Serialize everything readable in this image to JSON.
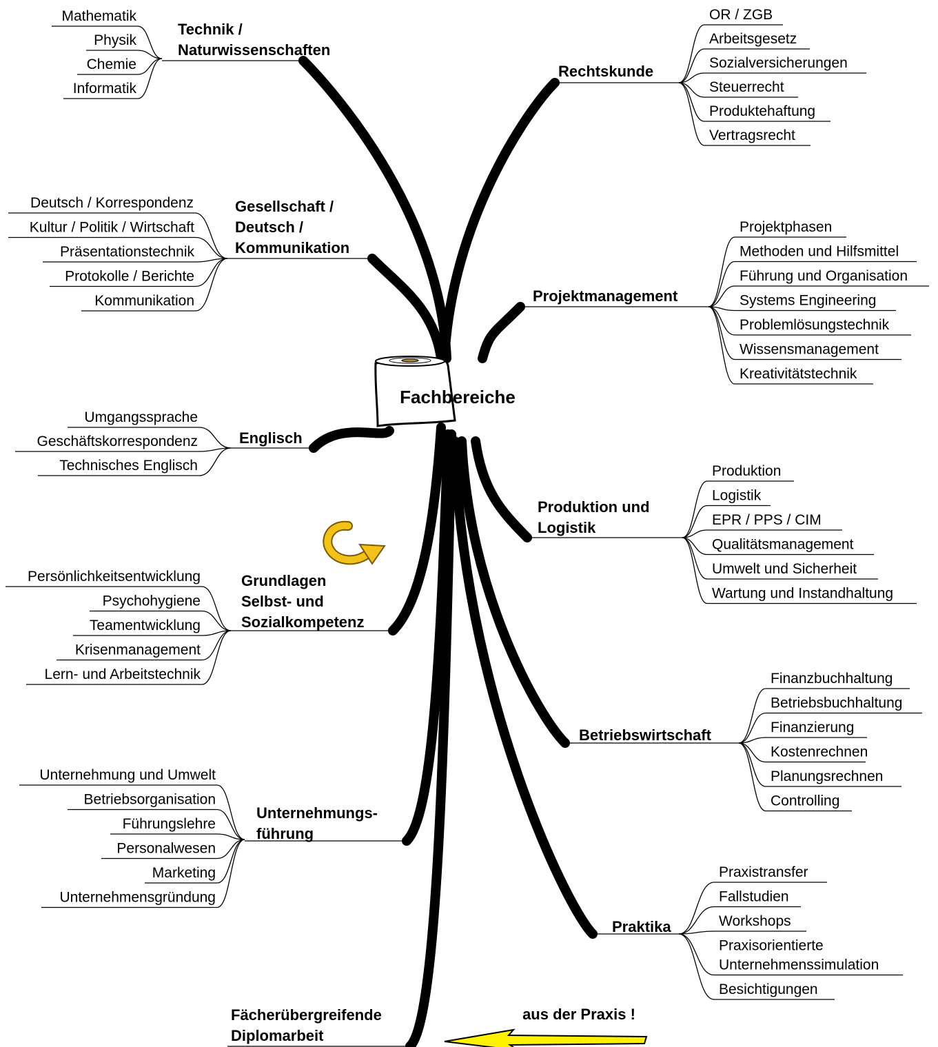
{
  "center": {
    "label": "Fachbereiche"
  },
  "colors": {
    "ink": "#000000",
    "arrow_fill": "#f2c21b",
    "arrow_stroke": "#7a5a00",
    "banner_arrow_fill": "#fff200"
  },
  "icons": {
    "curved_arrow": "circular-arrow-icon",
    "banner_arrow": "left-arrow-icon"
  },
  "branches": [
    {
      "id": "technik",
      "title_lines": [
        "Technik /",
        "Naturwissenschaften"
      ],
      "items": [
        "Mathematik",
        "Physik",
        "Chemie",
        "Informatik"
      ]
    },
    {
      "id": "gesellschaft",
      "title_lines": [
        "Gesellschaft /",
        "Deutsch /",
        "Kommunikation"
      ],
      "items": [
        "Deutsch / Korrespondenz",
        "Kultur / Politik / Wirtschaft",
        "Präsentationstechnik",
        "Protokolle / Berichte",
        "Kommunikation"
      ]
    },
    {
      "id": "englisch",
      "title_lines": [
        "Englisch"
      ],
      "items": [
        "Umgangssprache",
        "Geschäftskorrespondenz",
        "Technisches Englisch"
      ]
    },
    {
      "id": "grundlagen",
      "title_lines": [
        "Grundlagen",
        "Selbst- und",
        "Sozialkompetenz"
      ],
      "items": [
        "Persönlichkeitsentwicklung",
        "Psychohygiene",
        "Teamentwicklung",
        "Krisenmanagement",
        "Lern- und Arbeitstechnik"
      ]
    },
    {
      "id": "unternehmung",
      "title_lines": [
        "Unternehmungs-",
        "führung"
      ],
      "items": [
        "Unternehmung und Umwelt",
        "Betriebsorganisation",
        "Führungslehre",
        "Personalwesen",
        "Marketing",
        "Unternehmensgründung"
      ]
    },
    {
      "id": "diplom",
      "title_lines": [
        "Fächerübergreifende",
        "Diplomarbeit"
      ],
      "items": []
    },
    {
      "id": "recht",
      "title_lines": [
        "Rechtskunde"
      ],
      "items": [
        "OR / ZGB",
        "Arbeitsgesetz",
        "Sozialversicherungen",
        "Steuerrecht",
        "Produktehaftung",
        "Vertragsrecht"
      ]
    },
    {
      "id": "projekt",
      "title_lines": [
        "Projektmanagement"
      ],
      "items": [
        "Projektphasen",
        "Methoden und Hilfsmittel",
        "Führung und Organisation",
        "Systems Engineering",
        "Problemlösungstechnik",
        "Wissensmanagement",
        "Kreativitätstechnik"
      ]
    },
    {
      "id": "produktion",
      "title_lines": [
        "Produktion und",
        "Logistik"
      ],
      "items": [
        "Produktion",
        "Logistik",
        "EPR / PPS / CIM",
        "Qualitätsmanagement",
        "Umwelt und Sicherheit",
        "Wartung und Instandhaltung"
      ]
    },
    {
      "id": "betrieb",
      "title_lines": [
        "Betriebswirtschaft"
      ],
      "items": [
        "Finanzbuchhaltung",
        "Betriebsbuchhaltung",
        "Finanzierung",
        "Kostenrechnen",
        "Planungsrechnen",
        "Controlling"
      ]
    },
    {
      "id": "praktika",
      "title_lines": [
        "Praktika"
      ],
      "items": [
        "Praxistransfer",
        "Fallstudien",
        "Workshops",
        "Praxisorientierte\nUnternehmenssimulation",
        "Besichtigungen"
      ]
    }
  ],
  "note": {
    "label": "aus der Praxis !"
  }
}
